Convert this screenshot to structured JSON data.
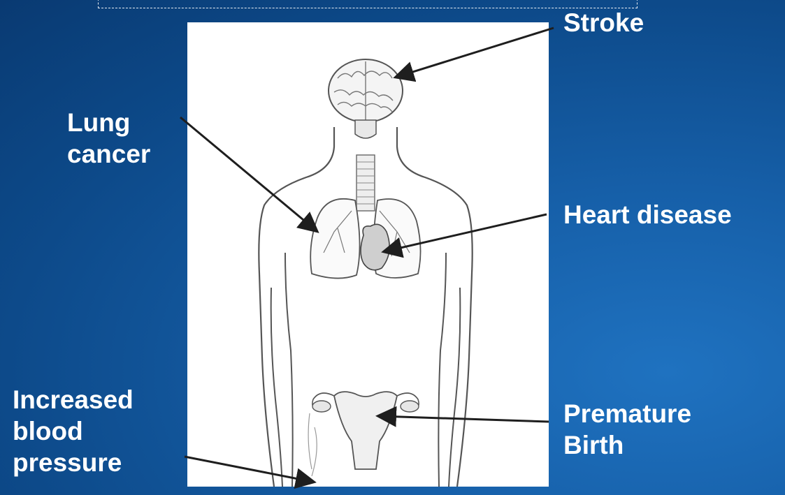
{
  "labels": {
    "stroke": "Stroke",
    "lung_cancer": "Lung\ncancer",
    "heart_disease": "Heart disease",
    "blood_pressure": "Increased\nblood\npressure",
    "premature_birth": "Premature\nBirth"
  },
  "colors": {
    "background": "#0d4a8a",
    "label_text": "#ffffff",
    "arrow": "#1e1e1e",
    "figure_outline": "#555555",
    "organ_fill": "#cfcfcf"
  }
}
